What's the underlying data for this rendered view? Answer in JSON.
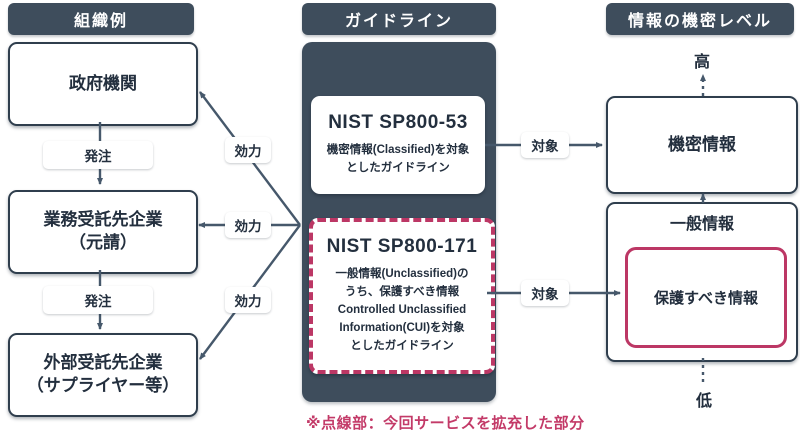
{
  "palette": {
    "dark_slate": "#3e4d5c",
    "box_border": "#2f3e4d",
    "text_dark": "#232f3e",
    "pink": "#bc3765",
    "arrow": "#46586b"
  },
  "headers": {
    "org": "組織例",
    "guideline": "ガイドライン",
    "level": "情報の機密レベル"
  },
  "org": {
    "government": "政府機関",
    "prime": "業務受託先企業\n（元請）",
    "supplier": "外部受託先企業\n（サプライヤー等）"
  },
  "guideline": {
    "nist53_title": "NIST SP800-53",
    "nist53_desc": "機密情報(Classified)を対象\nとしたガイドライン",
    "nist171_title": "NIST SP800-171",
    "nist171_desc": "一般情報(Unclassified)の\nうち、保護すべき情報\nControlled Unclassified\nInformation(CUI)を対象\nとしたガイドライン"
  },
  "level": {
    "high": "高",
    "classified": "機密情報",
    "general": "一般情報",
    "protected": "保護すべき情報",
    "low": "低"
  },
  "edge_labels": {
    "order": "発注",
    "effect": "効力",
    "target": "対象"
  },
  "footnote": "※点線部：今回サービスを拡充した部分"
}
